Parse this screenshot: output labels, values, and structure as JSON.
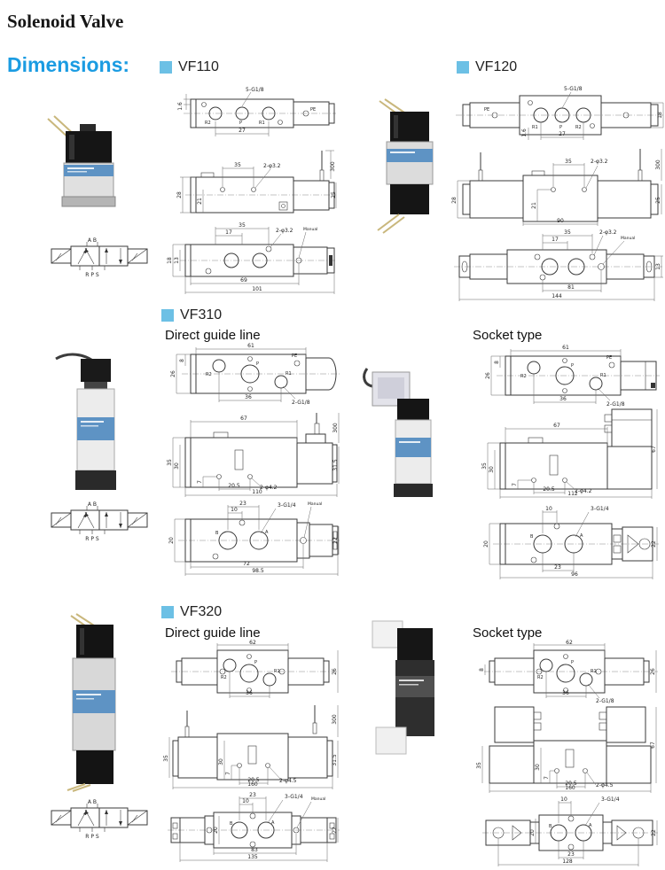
{
  "page": {
    "title": "Solenoid Valve",
    "dimensions_label": "Dimensions:"
  },
  "colors": {
    "accent_blue": "#1b9ce2",
    "marker_blue": "#6cc0e5",
    "label_blue": "#5e93c4"
  },
  "symbol": {
    "top": "A  B",
    "bottom": "R P S"
  },
  "vf110": {
    "label": "VF110",
    "top": {
      "thread": "5-G1/8",
      "dim_w": "27",
      "dim_l": "1.6",
      "p1": "R2",
      "p2": "P",
      "p3": "R1",
      "p4": "PE"
    },
    "side": {
      "dim_w": "35",
      "holes": "2-φ3.2",
      "wire": "300",
      "h1": "28",
      "h2": "21",
      "h3": "25"
    },
    "bottom": {
      "d1": "35",
      "d2": "17",
      "holes": "2-φ3.2",
      "manual": "Manual",
      "h1": "18",
      "h2": "13",
      "l1": "69",
      "l2": "101"
    }
  },
  "vf120": {
    "label": "VF120",
    "top": {
      "thread": "5-G1/8",
      "dim_w": "27",
      "dim_l": "1.6",
      "dim_r": "18",
      "p1": "PE",
      "p2": "R1",
      "p3": "P",
      "p4": "R2"
    },
    "side": {
      "dim_w": "35",
      "holes": "2-φ3.2",
      "wire": "300",
      "h1": "28",
      "h2": "21",
      "h3": "25",
      "l": "90"
    },
    "bottom": {
      "d1": "35",
      "d2": "17",
      "holes": "2-φ3.2",
      "manual": "Manual",
      "l1": "81",
      "l2": "144",
      "h1": "13"
    }
  },
  "vf310": {
    "label": "VF310",
    "direct_label": "Direct guide line",
    "socket_label": "Socket type",
    "direct": {
      "top": {
        "dim_w": "61",
        "h1": "26",
        "h2": "8",
        "dim_w2": "36",
        "thread": "2-G1/8",
        "p1": "R2",
        "p2": "P",
        "p3": "R1",
        "p4": "PE"
      },
      "side": {
        "dim_w": "67",
        "wire": "300",
        "h1": "35",
        "h2": "30",
        "h3": "7",
        "d1": "20.5",
        "holes": "2-φ4.2",
        "l": "110",
        "hr": "31.5"
      },
      "bottom": {
        "d1": "23",
        "d2": "10",
        "thread": "3-G1/4",
        "manual": "Manual",
        "h1": "20",
        "pa": "B",
        "pb": "A",
        "l1": "72",
        "l2": "98.5",
        "hr": "22"
      }
    },
    "socket": {
      "top": {
        "dim_w": "61",
        "h1": "26",
        "h2": "8",
        "dim_w2": "36",
        "thread": "2-G1/8",
        "p1": "R2",
        "p2": "P",
        "p3": "R1",
        "p4": "PE"
      },
      "side": {
        "dim_w": "67",
        "h1": "35",
        "h2": "30",
        "h3": "7",
        "d1": "20.5",
        "holes": "2-φ4.2",
        "l": "112",
        "hr": "67"
      },
      "bottom": {
        "d2": "10",
        "thread": "3-G1/4",
        "h1": "20",
        "pa": "B",
        "pb": "A",
        "d1": "23",
        "l": "96",
        "hr": "22"
      }
    }
  },
  "vf320": {
    "label": "VF320",
    "direct_label": "Direct guide line",
    "socket_label": "Socket type",
    "direct": {
      "top": {
        "dim_w": "62",
        "dim_w2": "36",
        "p1": "R2",
        "p2": "P",
        "p3": "R1",
        "hr": "26"
      },
      "side": {
        "wire": "300",
        "h1": "35",
        "h2": "30",
        "h3": "7",
        "d1": "20.5",
        "holes": "2-φ4.5",
        "l": "160",
        "hr": "31.5"
      },
      "bottom": {
        "d1": "23",
        "d2": "10",
        "thread": "3-G1/4",
        "manual": "Manual",
        "h1": "20",
        "pa": "B",
        "pb": "A",
        "l1": "83",
        "l2": "135",
        "hr": "22"
      }
    },
    "socket": {
      "top": {
        "dim_w": "62",
        "dim_w2": "36",
        "thread": "2-G1/8",
        "h2": "8",
        "p1": "R2",
        "p2": "P",
        "p3": "R1",
        "hr": "26"
      },
      "side": {
        "h1": "35",
        "h2": "30",
        "h3": "7",
        "d1": "20.5",
        "holes": "2-φ4.5",
        "l": "160",
        "hr": "67"
      },
      "bottom": {
        "d2": "10",
        "thread": "3-G1/4",
        "h1": "20",
        "pa": "B",
        "pb": "A",
        "d1": "23",
        "l": "128",
        "hr": "22"
      }
    }
  }
}
